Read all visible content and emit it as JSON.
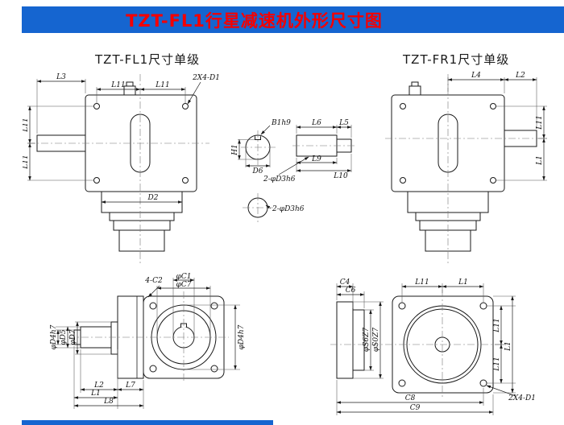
{
  "header": {
    "title": "TZT-FL1行星减速机外形尺寸图"
  },
  "colors": {
    "header_bg": "#1565d0",
    "title_red": "#f50000",
    "line": "#1a1a1a"
  },
  "sections": {
    "fl1_side_title": "TZT-FL1尺寸单级",
    "fr1_side_title": "TZT-FR1尺寸单级"
  },
  "fl1_side": {
    "l3": "L3",
    "l11_top_left": "L11",
    "l11_top_right": "L11",
    "corner_holes": "2X4-D1",
    "l11_left_upper": "L11",
    "l11_left_lower": "L11",
    "d2": "D2"
  },
  "shaft_detail": {
    "b1h9": "B1h9",
    "h1": "H1",
    "l6": "L6",
    "l5": "L5",
    "d6": "D6",
    "l9": "L9",
    "l10": "L10",
    "holes_upper": "2-φD3h6",
    "holes_lower": "2-φD3h6"
  },
  "fr1_side": {
    "l4": "L4",
    "l2": "L2",
    "l11_right": "L11",
    "l1_right": "L1"
  },
  "fl1_front": {
    "c2": "4-C2",
    "c1": "φC1",
    "c7": "φC7",
    "d4h7_left": "φD4h7",
    "d5": "φD5",
    "d7": "φD7",
    "d4h7_right": "φD4h7",
    "l2": "L2",
    "l7": "L7",
    "l1": "L1",
    "l8": "L8"
  },
  "fr1_front": {
    "c4": "C4",
    "c6": "C6",
    "l11_top": "L11",
    "l1_top": "L1",
    "s6z7": "φS6Z7",
    "s0z7": "φS0Z7",
    "l11_right_upper": "L11",
    "l11_right_lower": "L11",
    "l1_right": "L1",
    "corner_holes": "2X4-D1",
    "c8": "C8",
    "c9": "C9"
  }
}
